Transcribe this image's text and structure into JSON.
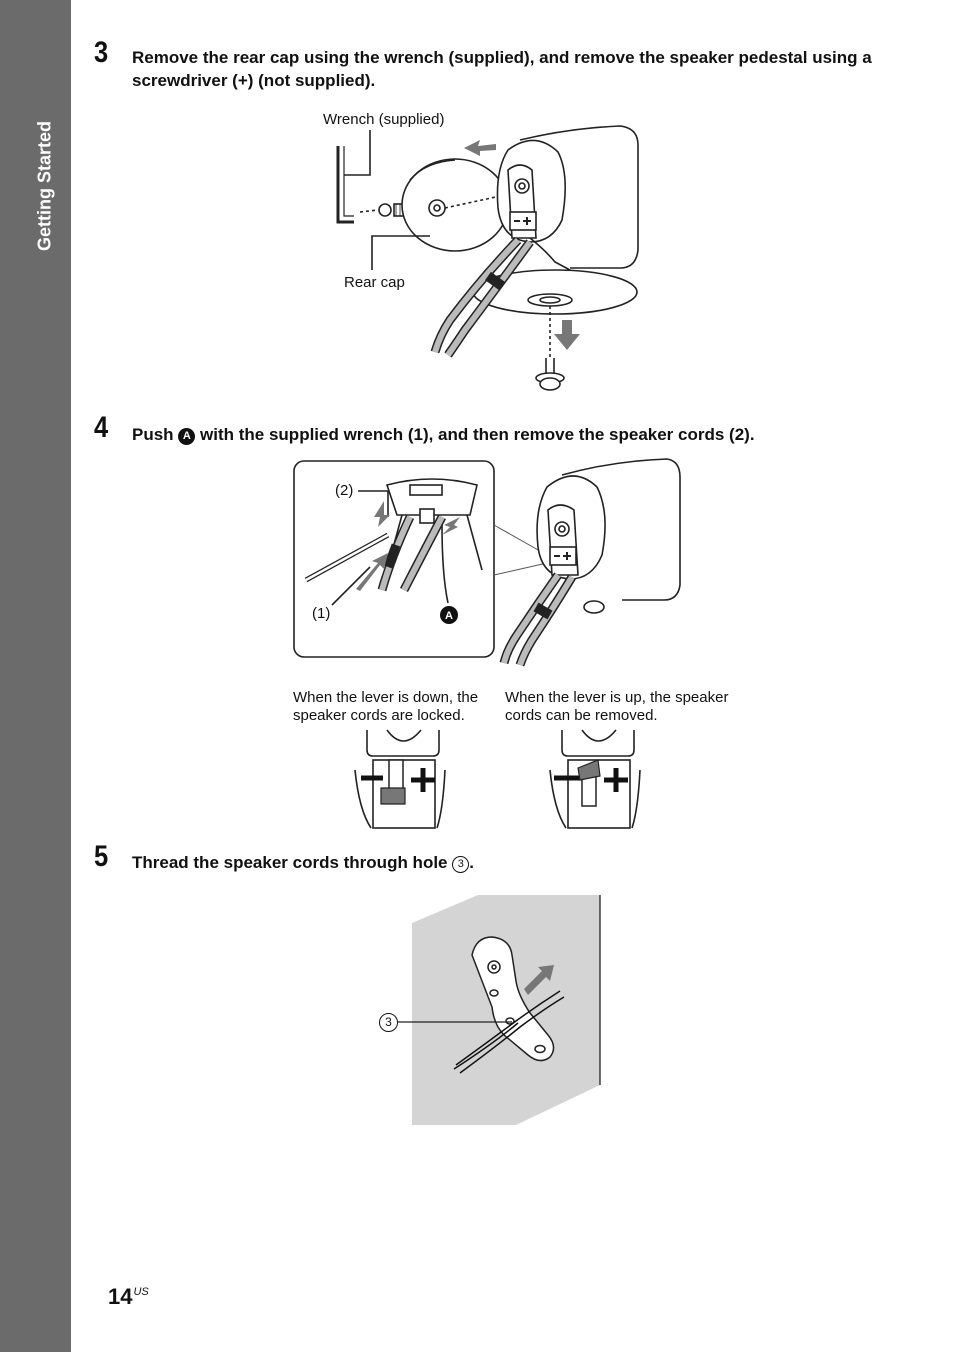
{
  "sidebar": {
    "section_label": "Getting Started"
  },
  "steps": [
    {
      "number": "3",
      "text": "Remove the rear cap using the wrench (supplied), and remove the speaker pedestal using a screwdriver (+) (not supplied).",
      "callouts": {
        "wrench": "Wrench (supplied)",
        "rear_cap": "Rear cap"
      }
    },
    {
      "number": "4",
      "text_before": "Push",
      "badge": "A",
      "text_after": "with the supplied wrench (1), and then remove the speaker cords (2).",
      "callouts": {
        "one": "(1)",
        "two": "(2)",
        "a": "A"
      },
      "captions": {
        "down": "When the lever is down, the speaker cords are locked.",
        "up": "When the lever is up, the speaker cords can be removed."
      }
    },
    {
      "number": "5",
      "text_before": "Thread the speaker cords through hole",
      "badge": "3",
      "text_after": ".",
      "callouts": {
        "three": "3"
      }
    }
  ],
  "footer": {
    "page_number": "14",
    "region": "US"
  }
}
